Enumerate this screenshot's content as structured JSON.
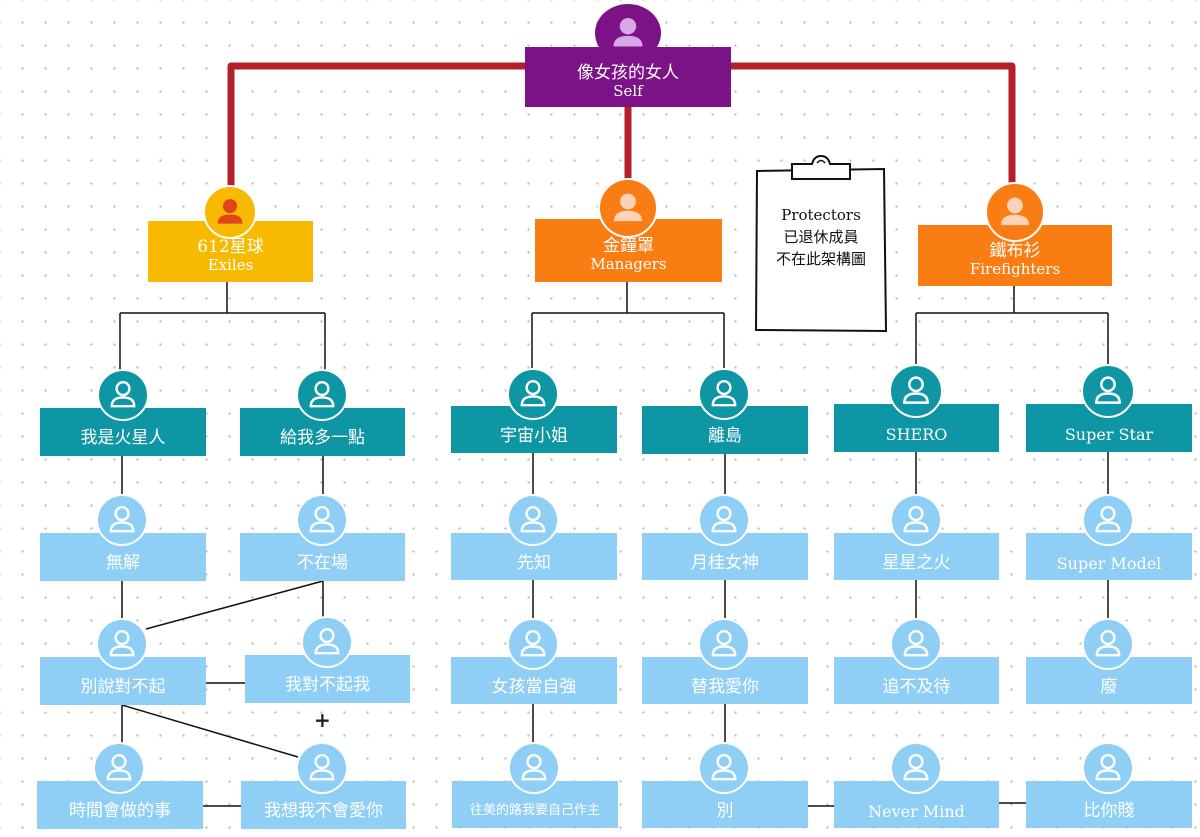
{
  "colors": {
    "self": "#7b1386",
    "exiles": "#f7ba00",
    "managers": "#f97d12",
    "firefighters": "#f97d12",
    "part": "#0f96a4",
    "subpart": "#8fcff6",
    "trunk_line": "#b3202a",
    "line": "#111111"
  },
  "self": {
    "zh": "像女孩的女人",
    "en": "Self"
  },
  "exiles": {
    "zh": "612星球",
    "en": "Exiles"
  },
  "managers": {
    "zh": "金鐘罩",
    "en": "Managers"
  },
  "firefighters": {
    "zh": "鐵布衫",
    "en": "Firefighters"
  },
  "parts": {
    "p1": "我是火星人",
    "p2": "給我多一點",
    "p3": "宇宙小姐",
    "p4": "離島",
    "p5": "SHERO",
    "p6": "Super Star"
  },
  "subparts": {
    "s1_1": "無解",
    "s1_2": "別說對不起",
    "s1_3": "時間會做的事",
    "s2_1": "不在場",
    "s2_2": "我對不起我",
    "s2_3": "我想我不會愛你",
    "s3_1": "先知",
    "s3_2": "女孩當自強",
    "s3_3": "往美的路我要自己作主",
    "s4_1": "月桂女神",
    "s4_2": "替我愛你",
    "s4_3": "別",
    "s5_1": "星星之火",
    "s5_2": "追不及待",
    "s5_3": "Never Mind",
    "s6_1": "Super Model",
    "s6_2": "廢",
    "s6_3": "比你賤"
  },
  "note": {
    "line1": "Protectors",
    "line2": "已退休成員",
    "line3": "不在此架構圖"
  },
  "plus_sign": "+"
}
